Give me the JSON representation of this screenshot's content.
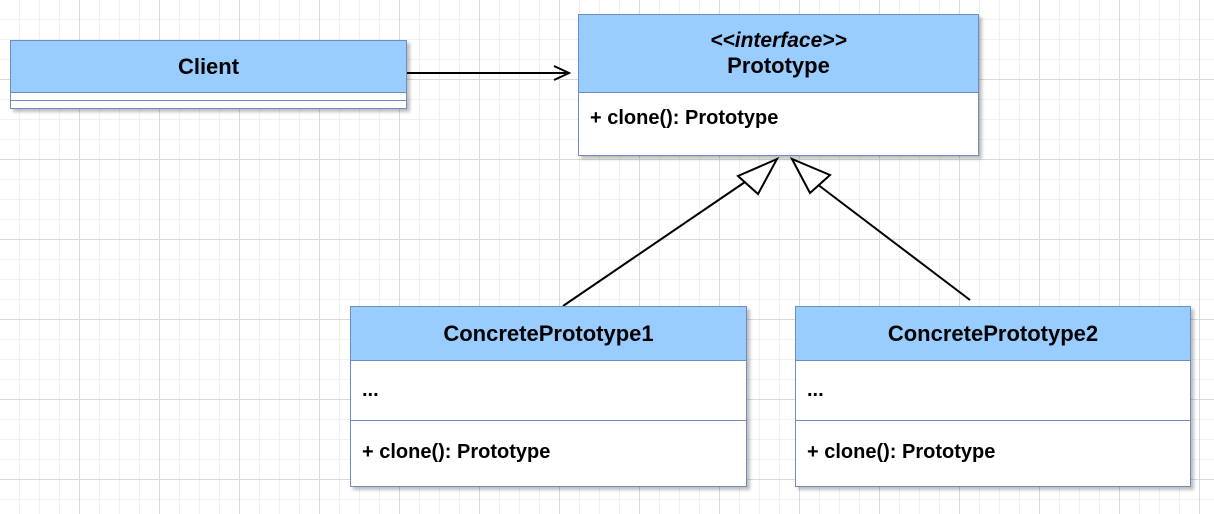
{
  "diagram": {
    "client": {
      "name": "Client"
    },
    "prototype": {
      "stereotype": "<<interface>>",
      "name": "Prototype",
      "method": "+ clone(): Prototype"
    },
    "concrete1": {
      "name": "ConcretePrototype1",
      "attributes": "...",
      "method": "+ clone(): Prototype"
    },
    "concrete2": {
      "name": "ConcretePrototype2",
      "attributes": "...",
      "method": "+ clone(): Prototype"
    },
    "relations": [
      {
        "from": "Client",
        "to": "Prototype",
        "type": "association"
      },
      {
        "from": "ConcretePrototype1",
        "to": "Prototype",
        "type": "realization"
      },
      {
        "from": "ConcretePrototype2",
        "to": "Prototype",
        "type": "realization"
      }
    ]
  },
  "colors": {
    "header_fill": "#99ccff",
    "border": "#6c8ebf",
    "edge": "#000000"
  }
}
